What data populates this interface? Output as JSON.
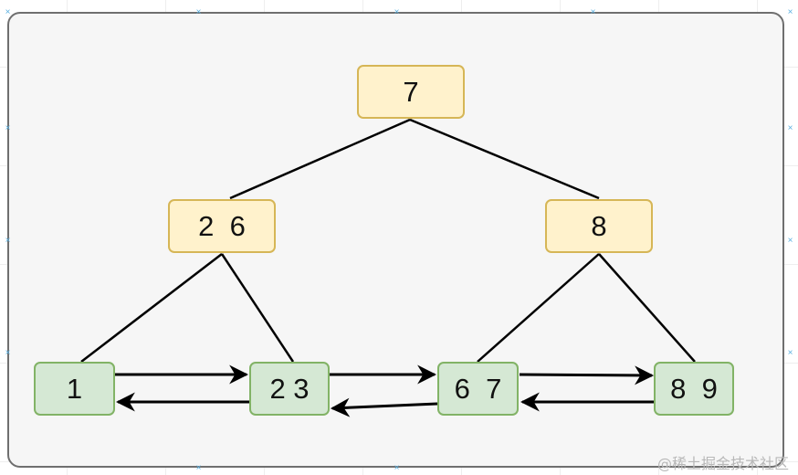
{
  "diagram": {
    "internal_nodes": [
      {
        "id": "root",
        "label": "7"
      },
      {
        "id": "left-internal",
        "label": "2  6"
      },
      {
        "id": "right-internal",
        "label": "8"
      }
    ],
    "leaf_nodes": [
      {
        "id": "leaf-1",
        "label": "1"
      },
      {
        "id": "leaf-2",
        "label": "2 3"
      },
      {
        "id": "leaf-3",
        "label": "6  7"
      },
      {
        "id": "leaf-4",
        "label": "8  9"
      }
    ],
    "colors": {
      "internal_fill": "#fff2cc",
      "internal_border": "#d6b656",
      "leaf_fill": "#d5e8d4",
      "leaf_border": "#82b366",
      "edge": "#000000",
      "frame_border": "#6f6f6f",
      "frame_fill": "#f6f6f6"
    }
  },
  "watermark": "@稀土掘金技术社区"
}
